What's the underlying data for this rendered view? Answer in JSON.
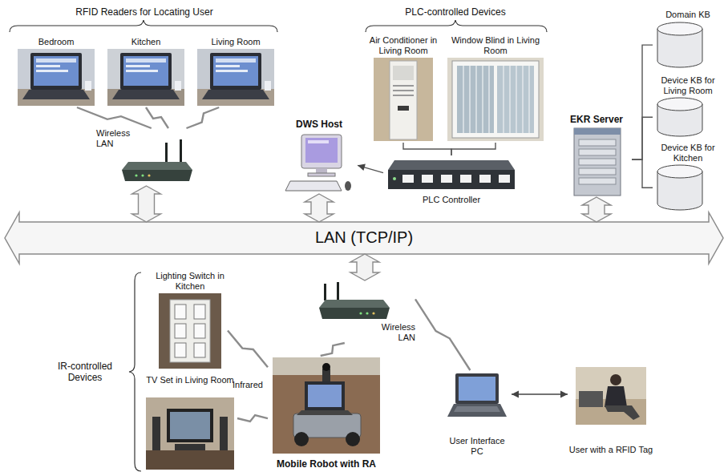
{
  "diagram": {
    "nodes": [
      {
        "text": [
          "Bedroom"
        ]
      },
      {
        "text": [
          "Kitchen"
        ]
      },
      {
        "text": [
          "Living Room"
        ]
      },
      {
        "text": [
          "Wireless LAN"
        ]
      },
      {
        "text": [
          "DWS Host"
        ]
      },
      {
        "text": [
          "Air Conditioner in Living Room"
        ]
      },
      {
        "text": [
          "Window Blind in Living Room"
        ]
      },
      {
        "text": [
          "PLC Controller"
        ]
      },
      {
        "text": [
          "EKR Server"
        ]
      },
      {
        "text": [
          "Domain KB"
        ]
      },
      {
        "text": [
          "Device KB for Living Room"
        ]
      },
      {
        "text": [
          "Device KB for Kitchen"
        ]
      },
      {
        "text": [
          "LAN (TCP/IP)"
        ]
      },
      {
        "text": [
          "Lighting Switch in Kitchen"
        ]
      },
      {
        "text": [
          "TV Set in Living Room"
        ]
      },
      {
        "text": [
          "Wireless LAN"
        ]
      },
      {
        "text": [
          "Mobile Robot with RA"
        ]
      },
      {
        "text": [
          "User Interface PC"
        ]
      },
      {
        "text": [
          "User with a RFID Tag"
        ]
      }
    ],
    "edges": [
      {
        "from": 0,
        "to": 3,
        "arrow": "none"
      },
      {
        "from": 1,
        "to": 3,
        "arrow": "none"
      },
      {
        "from": 2,
        "to": 3,
        "arrow": "none"
      },
      {
        "from": 3,
        "to": 12,
        "arrow": "both"
      },
      {
        "from": 4,
        "to": 12,
        "arrow": "both"
      },
      {
        "from": 7,
        "to": 4,
        "arrow": "to"
      },
      {
        "from": 5,
        "to": 7,
        "arrow": "none"
      },
      {
        "from": 6,
        "to": 7,
        "arrow": "none"
      },
      {
        "from": 8,
        "to": 12,
        "arrow": "both"
      },
      {
        "from": 8,
        "to": 9,
        "arrow": "none"
      },
      {
        "from": 8,
        "to": 10,
        "arrow": "none"
      },
      {
        "from": 8,
        "to": 11,
        "arrow": "none"
      },
      {
        "from": 12,
        "to": 15,
        "arrow": "both"
      },
      {
        "from": 15,
        "to": 16,
        "arrow": "none"
      },
      {
        "from": 15,
        "to": 17,
        "arrow": "none"
      },
      {
        "from": 16,
        "to": 13,
        "arrow": "none"
      },
      {
        "from": 16,
        "to": 14,
        "arrow": "none"
      },
      {
        "from": 17,
        "to": 18,
        "arrow": "both"
      }
    ],
    "labels": [
      "RFID Readers for Locating User",
      "PLC-controlled Devices",
      "IR-controlled Devices",
      "Infrared"
    ]
  }
}
